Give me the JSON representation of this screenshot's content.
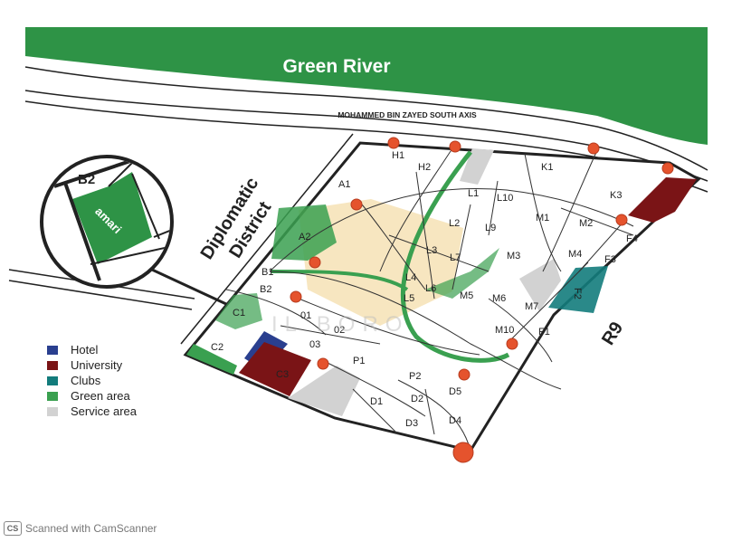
{
  "title": "Green River",
  "road_top": "MOHAMMED BIN ZAYED SOUTH AXIS",
  "district_line1": "Diplomatic",
  "district_line2": "District",
  "road_right": "R9",
  "inset": {
    "plot": "B2",
    "brand": "amari"
  },
  "watermark": "IL BORO",
  "colors": {
    "river": "#2e9346",
    "hotel": "#2a3f8f",
    "university": "#7a1416",
    "clubs": "#137c7c",
    "green_area": "#3aa050",
    "service_area": "#d2d2d2",
    "node": "#e5532d",
    "highlight": "#e8b64a"
  },
  "legend": [
    {
      "label": "Hotel",
      "color": "#2a3f8f"
    },
    {
      "label": "University",
      "color": "#7a1416"
    },
    {
      "label": "Clubs",
      "color": "#137c7c"
    },
    {
      "label": "Green area",
      "color": "#3aa050"
    },
    {
      "label": "Service area",
      "color": "#d2d2d2"
    }
  ],
  "lots": {
    "H1": "H1",
    "H2": "H2",
    "K1": "K1",
    "K3": "K3",
    "A1": "A1",
    "A2": "A2",
    "L1": "L1",
    "L10": "L10",
    "L2": "L2",
    "L9": "L9",
    "M1": "M1",
    "M2": "M2",
    "F4": "F4",
    "L3": "L3",
    "L7": "L7",
    "M3": "M3",
    "M4": "M4",
    "F3": "F3",
    "B1": "B1",
    "B2": "B2",
    "L4": "L4",
    "L6": "L6",
    "L5": "L5",
    "M5": "M5",
    "M6": "M6",
    "M7": "M7",
    "F2": "F2",
    "C1": "C1",
    "O1": "01",
    "O2": "02",
    "O3": "03",
    "M10": "M10",
    "F1": "F1",
    "C2": "C2",
    "C3": "C3",
    "P1": "P1",
    "P2": "P2",
    "D1": "D1",
    "D2": "D2",
    "D5": "D5",
    "D3": "D3",
    "D4": "D4"
  },
  "footer": {
    "logo": "CS",
    "text": "Scanned with CamScanner"
  }
}
